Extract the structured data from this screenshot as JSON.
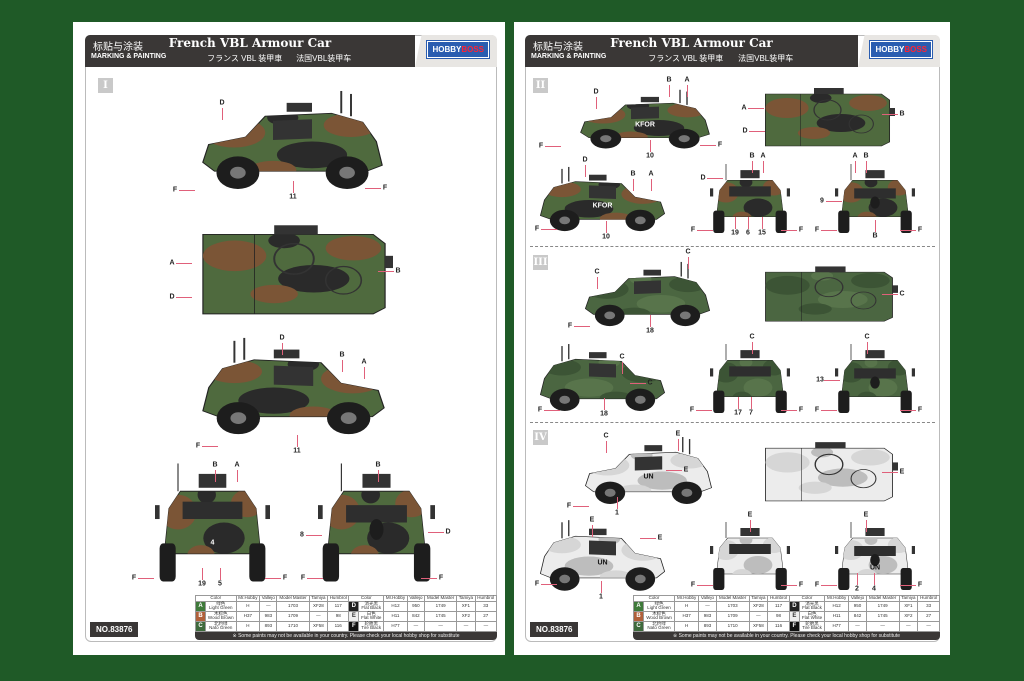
{
  "header": {
    "cn_label": "标贴与涂装",
    "marking_label": "MARKING & PAINTING",
    "title": "French VBL Armour Car",
    "jp_title": "フランス VBL 装甲車",
    "cn_title": "法国VBL装甲车",
    "brand_a": "HOBBY",
    "brand_b": "BOSS"
  },
  "schemes": {
    "camo": [
      "#4f6a3e",
      "#7b5536",
      "#2a2a2a"
    ],
    "green": [
      "#4b6641",
      "#3c5435",
      "#58744b"
    ],
    "un": [
      "#ececec",
      "#d6d6d6",
      "#bdbdbd"
    ]
  },
  "pages": [
    {
      "product_no": "NO.83876",
      "sections": [
        "I"
      ],
      "views": [
        {
          "type": "side",
          "scheme": "camo",
          "callouts": [
            "D",
            "F",
            "F",
            "11"
          ]
        },
        {
          "type": "top",
          "scheme": "camo",
          "callouts": [
            "A",
            "D",
            "B"
          ]
        },
        {
          "type": "side-r",
          "scheme": "camo",
          "callouts": [
            "D",
            "B",
            "A",
            "F",
            "11"
          ]
        },
        {
          "type": "front",
          "scheme": "camo",
          "decal": "4",
          "callouts": [
            "B",
            "A",
            "F",
            "F",
            "19",
            "5"
          ]
        },
        {
          "type": "rear",
          "scheme": "camo",
          "callouts": [
            "B",
            "D",
            "8",
            "F",
            "F"
          ]
        }
      ]
    },
    {
      "product_no": "NO.83876",
      "sections": [
        "II",
        "III",
        "IV"
      ],
      "views": [
        {
          "type": "side",
          "scheme": "camo",
          "decal": "KFOR",
          "callouts": [
            "D",
            "B",
            "A",
            "F",
            "F",
            "10"
          ]
        },
        {
          "type": "top",
          "scheme": "camo",
          "callouts": [
            "A",
            "D",
            "B"
          ]
        },
        {
          "type": "side-r",
          "scheme": "camo",
          "decal": "KFOR",
          "callouts": [
            "D",
            "B",
            "A",
            "F",
            "10"
          ]
        },
        {
          "type": "front",
          "scheme": "camo",
          "callouts": [
            "B",
            "A",
            "D",
            "F",
            "F",
            "19",
            "6",
            "15"
          ]
        },
        {
          "type": "rear",
          "scheme": "camo",
          "callouts": [
            "A",
            "B",
            "9",
            "F",
            "B",
            "F"
          ]
        },
        {
          "type": "side",
          "scheme": "green",
          "callouts": [
            "C",
            "C",
            "F",
            "18"
          ]
        },
        {
          "type": "top",
          "scheme": "green",
          "callouts": [
            "C"
          ]
        },
        {
          "type": "side-r",
          "scheme": "green",
          "callouts": [
            "C",
            "C",
            "F",
            "18"
          ]
        },
        {
          "type": "front",
          "scheme": "green",
          "callouts": [
            "C",
            "F",
            "F",
            "17",
            "7"
          ]
        },
        {
          "type": "rear",
          "scheme": "green",
          "callouts": [
            "C",
            "13",
            "F",
            "F"
          ]
        },
        {
          "type": "side",
          "scheme": "un",
          "decal": "UN",
          "callouts": [
            "C",
            "E",
            "E",
            "F",
            "1"
          ]
        },
        {
          "type": "top",
          "scheme": "un",
          "callouts": [
            "E"
          ]
        },
        {
          "type": "side-r",
          "scheme": "un",
          "decal": "UN",
          "callouts": [
            "E",
            "E",
            "F",
            "1"
          ]
        },
        {
          "type": "front",
          "scheme": "un",
          "callouts": [
            "E",
            "F",
            "F"
          ]
        },
        {
          "type": "rear",
          "scheme": "un",
          "decal": "UN",
          "callouts": [
            "E",
            "F",
            "2",
            "4",
            "F"
          ]
        }
      ]
    }
  ],
  "paint_table": {
    "headers": [
      "Color",
      "Mr.Hobby",
      "Vallejo",
      "Model Master",
      "Tamiya",
      "Humbrol"
    ],
    "rows": [
      [
        {
          "code": "A",
          "color": "#3f7a3a",
          "cn": "绿色",
          "en": "Light Green",
          "mr": "H",
          "vallejo": "—",
          "mm": "1703",
          "tamiya": "XF28",
          "humbrol": "117"
        },
        {
          "code": "D",
          "color": "#222222",
          "cn": "消光黑",
          "en": "Flat Black",
          "mr": "H12",
          "vallejo": "950",
          "mm": "1749",
          "tamiya": "XF1",
          "humbrol": "33"
        }
      ],
      [
        {
          "code": "B",
          "color": "#b0603a",
          "cn": "木棕色",
          "en": "Wood Brown",
          "mr": "H37",
          "vallejo": "983",
          "mm": "1709",
          "tamiya": "—",
          "humbrol": "98"
        },
        {
          "code": "E",
          "color": "#eeeeee",
          "cn": "白色",
          "en": "Flat White",
          "mr": "H11",
          "vallejo": "842",
          "mm": "1745",
          "tamiya": "XF2",
          "humbrol": "27"
        }
      ],
      [
        {
          "code": "C",
          "color": "#3e6a3c",
          "cn": "北约绿",
          "en": "Nato Green",
          "mr": "H",
          "vallejo": "893",
          "mm": "1710",
          "tamiya": "XF58",
          "humbrol": "116"
        },
        {
          "code": "F",
          "color": "#111111",
          "cn": "轮胎黑",
          "en": "Tire Black",
          "mr": "H77",
          "vallejo": "—",
          "mm": "—",
          "tamiya": "—",
          "humbrol": "—"
        }
      ]
    ],
    "note": "※ Some paints may not be available in your country. Please check your local hobby shop for substitute"
  }
}
